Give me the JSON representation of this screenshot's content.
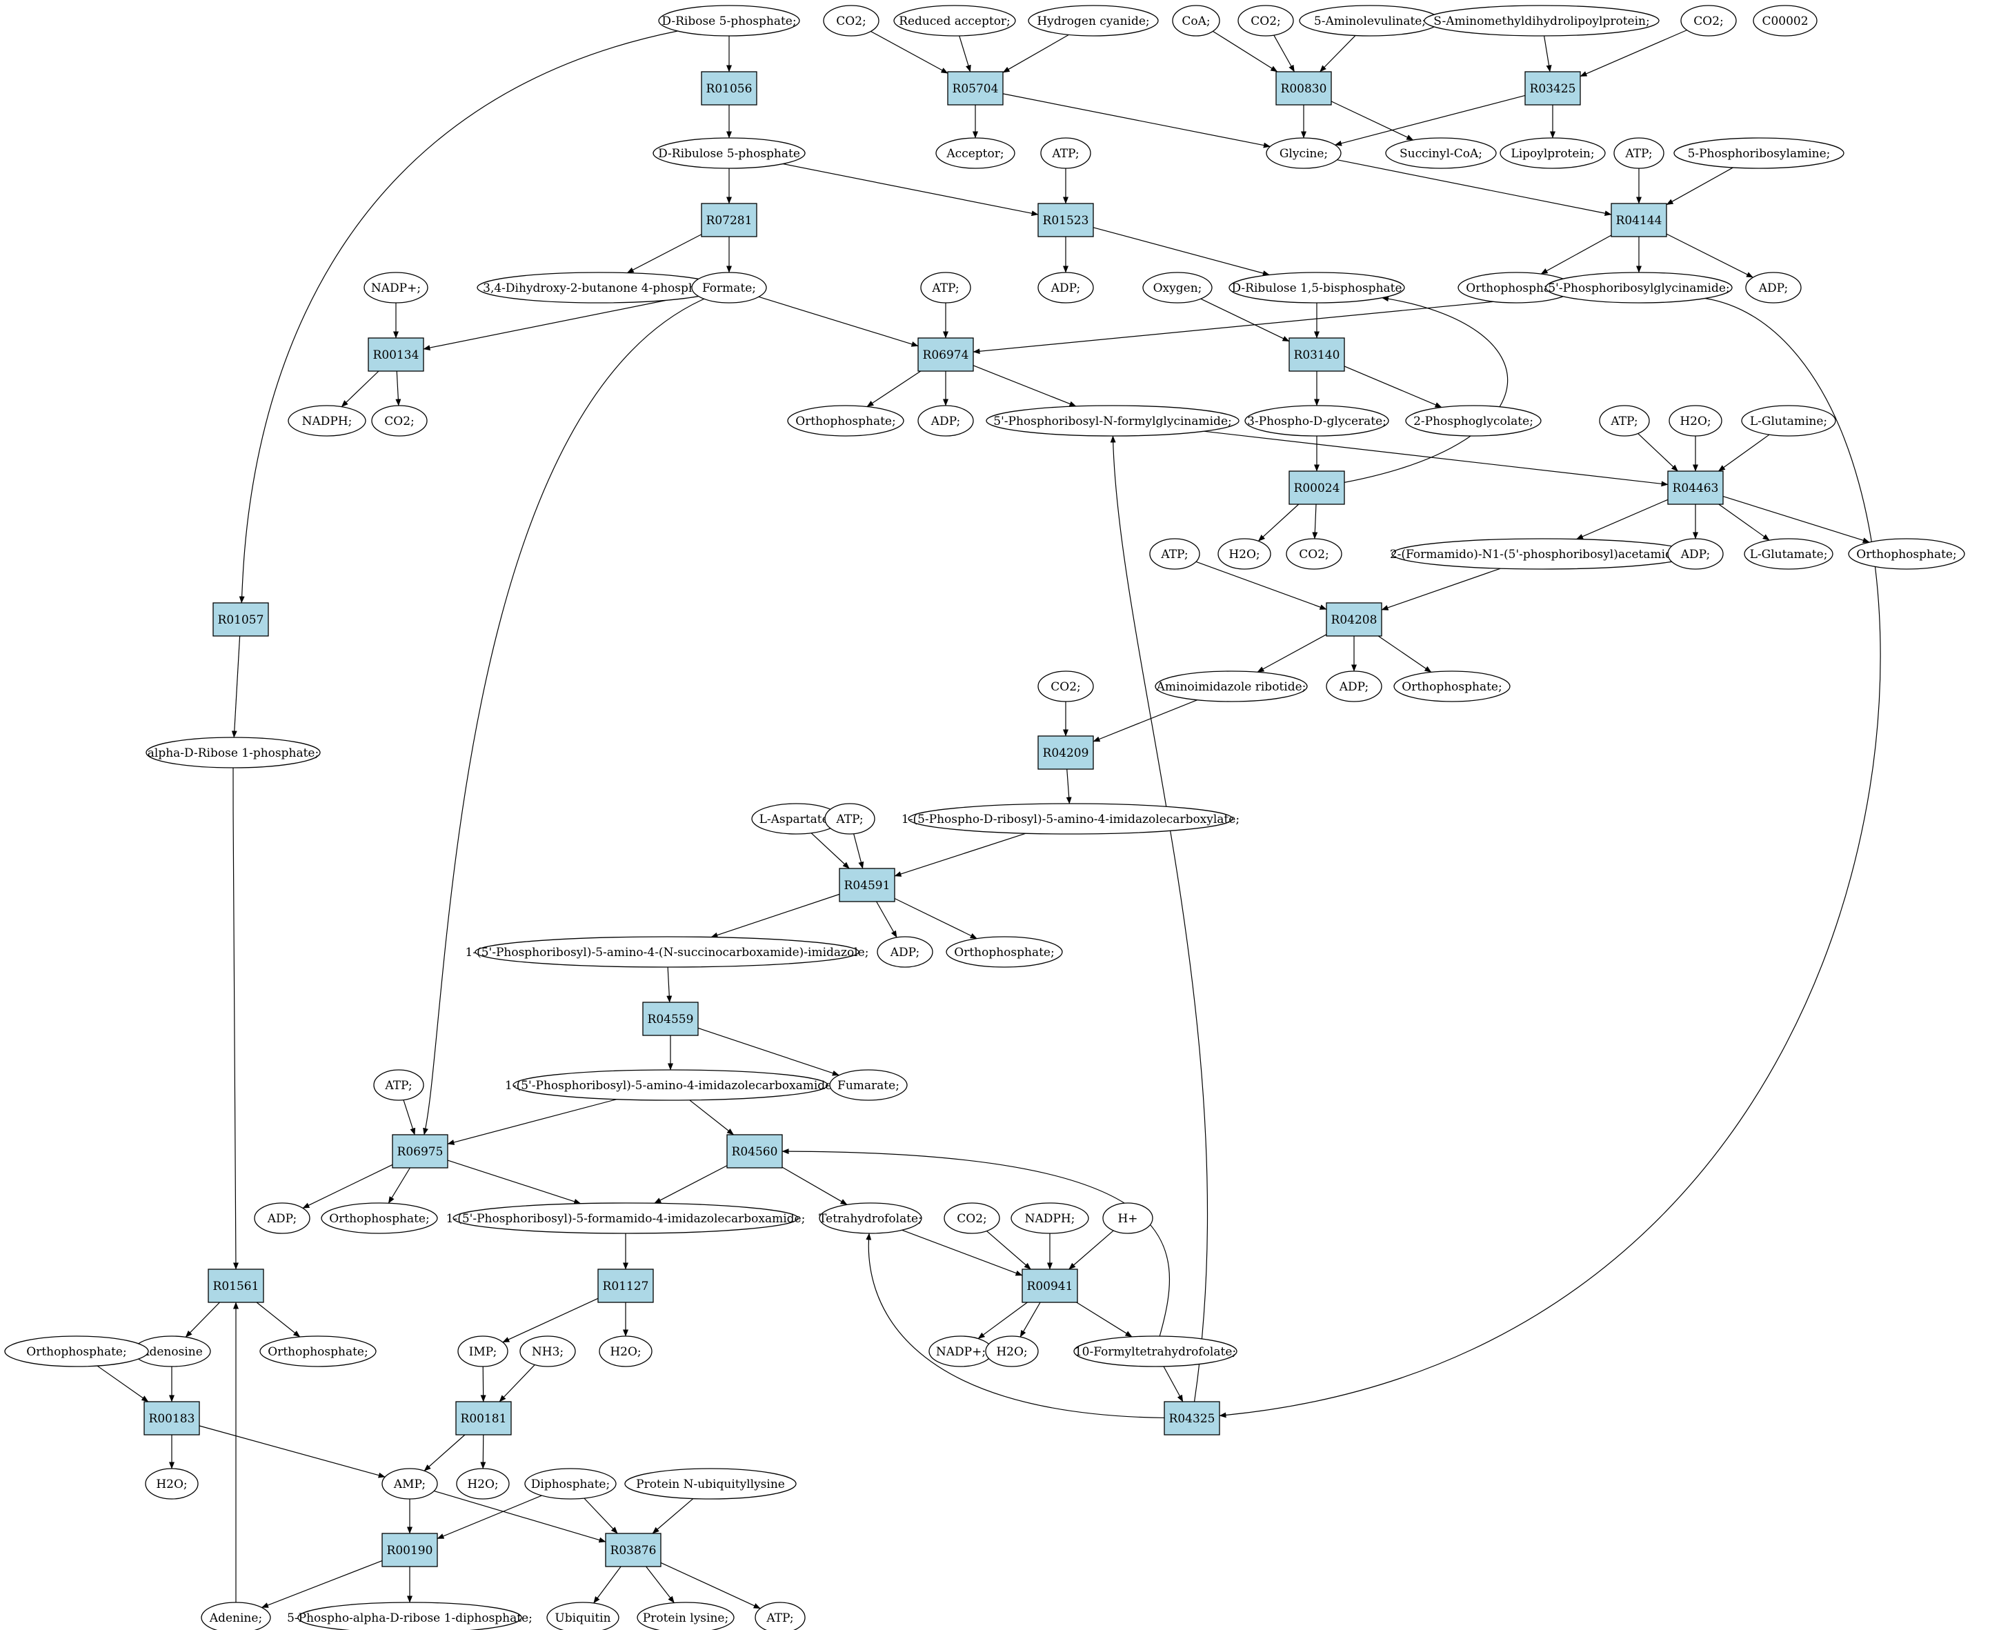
{
  "colors": {
    "reaction_fill": "#add8e6",
    "metabolite_fill": "#ffffff",
    "start_node_fill": "#00ee00",
    "highlight_node_fill": "#ffff00",
    "edge": "#000000"
  },
  "reactions": [
    {
      "id": "r_R01056",
      "label": "R01056"
    },
    {
      "id": "r_R05704",
      "label": "R05704"
    },
    {
      "id": "r_R00830",
      "label": "R00830"
    },
    {
      "id": "r_R03425",
      "label": "R03425"
    },
    {
      "id": "r_R07281",
      "label": "R07281"
    },
    {
      "id": "r_R01523",
      "label": "R01523"
    },
    {
      "id": "r_R04144",
      "label": "R04144"
    },
    {
      "id": "r_R00134",
      "label": "R00134"
    },
    {
      "id": "r_R06974",
      "label": "R06974"
    },
    {
      "id": "r_R03140",
      "label": "R03140"
    },
    {
      "id": "r_R00024",
      "label": "R00024"
    },
    {
      "id": "r_R04463",
      "label": "R04463"
    },
    {
      "id": "r_R01057",
      "label": "R01057"
    },
    {
      "id": "r_R04208",
      "label": "R04208"
    },
    {
      "id": "r_R04209",
      "label": "R04209"
    },
    {
      "id": "r_R04591",
      "label": "R04591"
    },
    {
      "id": "r_R04559",
      "label": "R04559"
    },
    {
      "id": "r_R06975",
      "label": "R06975"
    },
    {
      "id": "r_R04560",
      "label": "R04560"
    },
    {
      "id": "r_R01561",
      "label": "R01561"
    },
    {
      "id": "r_R01127",
      "label": "R01127"
    },
    {
      "id": "r_R00941",
      "label": "R00941"
    },
    {
      "id": "r_R00183",
      "label": "R00183"
    },
    {
      "id": "r_R00181",
      "label": "R00181"
    },
    {
      "id": "r_R04325",
      "label": "R04325"
    },
    {
      "id": "r_R00190",
      "label": "R00190"
    },
    {
      "id": "r_R03876",
      "label": "R03876"
    }
  ],
  "metabolites": [
    {
      "id": "m_r5p",
      "label": "D-Ribose 5-phosphate;",
      "style": "start"
    },
    {
      "id": "m_c00002",
      "label": "C00002",
      "style": "highlight"
    },
    {
      "id": "m_co2_a",
      "label": "CO2;"
    },
    {
      "id": "m_redacc",
      "label": "Reduced acceptor;"
    },
    {
      "id": "m_hcn",
      "label": "Hydrogen cyanide;"
    },
    {
      "id": "m_coa",
      "label": "CoA;"
    },
    {
      "id": "m_co2_b",
      "label": "CO2;"
    },
    {
      "id": "m_ala",
      "label": "5-Aminolevulinate;"
    },
    {
      "id": "m_smdlp",
      "label": "S-Aminomethyldihydrolipoylprotein;"
    },
    {
      "id": "m_co2_c",
      "label": "CO2;"
    },
    {
      "id": "m_ru5p",
      "label": "D-Ribulose 5-phosphate"
    },
    {
      "id": "m_acceptor",
      "label": "Acceptor;"
    },
    {
      "id": "m_atp_a",
      "label": "ATP;"
    },
    {
      "id": "m_glycine",
      "label": "Glycine;"
    },
    {
      "id": "m_succoa",
      "label": "Succinyl-CoA;"
    },
    {
      "id": "m_lipoprot",
      "label": "Lipoylprotein;"
    },
    {
      "id": "m_atp_b",
      "label": "ATP;"
    },
    {
      "id": "m_5pra",
      "label": "5-Phosphoribosylamine;"
    },
    {
      "id": "m_nadp_a",
      "label": "NADP+;"
    },
    {
      "id": "m_dhbp",
      "label": "3,4-Dihydroxy-2-butanone 4-phosphate"
    },
    {
      "id": "m_formate",
      "label": "Formate;"
    },
    {
      "id": "m_atp_c",
      "label": "ATP;"
    },
    {
      "id": "m_adp_a",
      "label": "ADP;"
    },
    {
      "id": "m_oxygen",
      "label": "Oxygen;"
    },
    {
      "id": "m_rubp",
      "label": "D-Ribulose 1,5-bisphosphate"
    },
    {
      "id": "m_pi_a",
      "label": "Orthophosphate;"
    },
    {
      "id": "m_gar",
      "label": "5'-Phosphoribosylglycinamide;"
    },
    {
      "id": "m_adp_b",
      "label": "ADP;"
    },
    {
      "id": "m_nadph_a",
      "label": "NADPH;"
    },
    {
      "id": "m_co2_d",
      "label": "CO2;"
    },
    {
      "id": "m_pi_b",
      "label": "Orthophosphate;"
    },
    {
      "id": "m_adp_c",
      "label": "ADP;"
    },
    {
      "id": "m_fgar",
      "label": "5'-Phosphoribosyl-N-formylglycinamide;"
    },
    {
      "id": "m_3pg",
      "label": "3-Phospho-D-glycerate;"
    },
    {
      "id": "m_2pglyc",
      "label": "2-Phosphoglycolate;"
    },
    {
      "id": "m_atp_d",
      "label": "ATP;"
    },
    {
      "id": "m_h2o_a",
      "label": "H2O;"
    },
    {
      "id": "m_gln",
      "label": "L-Glutamine;"
    },
    {
      "id": "m_h2o_b",
      "label": "H2O;"
    },
    {
      "id": "m_co2_e",
      "label": "CO2;"
    },
    {
      "id": "m_fgam",
      "label": "2-(Formamido)-N1-(5'-phosphoribosyl)acetamidine;"
    },
    {
      "id": "m_adp_d",
      "label": "ADP;"
    },
    {
      "id": "m_glu",
      "label": "L-Glutamate;"
    },
    {
      "id": "m_pi_c",
      "label": "Orthophosphate;"
    },
    {
      "id": "m_atp_e",
      "label": "ATP;"
    },
    {
      "id": "m_air",
      "label": "Aminoimidazole ribotide;"
    },
    {
      "id": "m_adp_e",
      "label": "ADP;"
    },
    {
      "id": "m_pi_d",
      "label": "Orthophosphate;"
    },
    {
      "id": "m_co2_f",
      "label": "CO2;"
    },
    {
      "id": "m_r1p",
      "label": "alpha-D-Ribose 1-phosphate;"
    },
    {
      "id": "m_cair",
      "label": "1-(5-Phospho-D-ribosyl)-5-amino-4-imidazolecarboxylate;"
    },
    {
      "id": "m_asp",
      "label": "L-Aspartate;"
    },
    {
      "id": "m_atp_f",
      "label": "ATP;"
    },
    {
      "id": "m_saicar",
      "label": "1-(5'-Phosphoribosyl)-5-amino-4-(N-succinocarboxamide)-imidazole;"
    },
    {
      "id": "m_adp_f",
      "label": "ADP;"
    },
    {
      "id": "m_pi_e",
      "label": "Orthophosphate;"
    },
    {
      "id": "m_atp_g",
      "label": "ATP;"
    },
    {
      "id": "m_aicar",
      "label": "1-(5'-Phosphoribosyl)-5-amino-4-imidazolecarboxamide;"
    },
    {
      "id": "m_fumarate",
      "label": "Fumarate;"
    },
    {
      "id": "m_adp_g",
      "label": "ADP;"
    },
    {
      "id": "m_pi_f",
      "label": "Orthophosphate;"
    },
    {
      "id": "m_faicar",
      "label": "1-(5'-Phosphoribosyl)-5-formamido-4-imidazolecarboxamide;"
    },
    {
      "id": "m_thf",
      "label": "Tetrahydrofolate;"
    },
    {
      "id": "m_co2_g",
      "label": "CO2;"
    },
    {
      "id": "m_nadph_b",
      "label": "NADPH;"
    },
    {
      "id": "m_hplus",
      "label": "H+"
    },
    {
      "id": "m_adenosine",
      "label": "Adenosine"
    },
    {
      "id": "m_pi_g",
      "label": "Orthophosphate;"
    },
    {
      "id": "m_pi_h",
      "label": "Orthophosphate;"
    },
    {
      "id": "m_imp",
      "label": "IMP;"
    },
    {
      "id": "m_nh3",
      "label": "NH3;"
    },
    {
      "id": "m_h2o_c",
      "label": "H2O;"
    },
    {
      "id": "m_nadp_b",
      "label": "NADP+;"
    },
    {
      "id": "m_h2o_d",
      "label": "H2O;"
    },
    {
      "id": "m_10fthf",
      "label": "10-Formyltetrahydrofolate;"
    },
    {
      "id": "m_h2o_e",
      "label": "H2O;"
    },
    {
      "id": "m_amp",
      "label": "AMP;"
    },
    {
      "id": "m_h2o_f",
      "label": "H2O;"
    },
    {
      "id": "m_ppi",
      "label": "Diphosphate;"
    },
    {
      "id": "m_protubq",
      "label": "Protein N-ubiquityllysine"
    },
    {
      "id": "m_adenine",
      "label": "Adenine;"
    },
    {
      "id": "m_prpp",
      "label": "5-Phospho-alpha-D-ribose 1-diphosphate;"
    },
    {
      "id": "m_ubiquitin",
      "label": "Ubiquitin"
    },
    {
      "id": "m_protlys",
      "label": "Protein lysine;"
    },
    {
      "id": "m_atp_h",
      "label": "ATP;"
    }
  ],
  "edges": [
    [
      "m_r5p",
      "r_R01056"
    ],
    [
      "m_r5p",
      "r_R01057"
    ],
    [
      "r_R01056",
      "m_ru5p"
    ],
    [
      "m_co2_a",
      "r_R05704"
    ],
    [
      "m_redacc",
      "r_R05704"
    ],
    [
      "m_hcn",
      "r_R05704"
    ],
    [
      "r_R05704",
      "m_acceptor"
    ],
    [
      "r_R05704",
      "m_glycine"
    ],
    [
      "m_coa",
      "r_R00830"
    ],
    [
      "m_co2_b",
      "r_R00830"
    ],
    [
      "m_ala",
      "r_R00830"
    ],
    [
      "r_R00830",
      "m_glycine"
    ],
    [
      "r_R00830",
      "m_succoa"
    ],
    [
      "m_smdlp",
      "r_R03425"
    ],
    [
      "m_co2_c",
      "r_R03425"
    ],
    [
      "r_R03425",
      "m_glycine"
    ],
    [
      "r_R03425",
      "m_lipoprot"
    ],
    [
      "m_ru5p",
      "r_R07281"
    ],
    [
      "m_ru5p",
      "r_R01523"
    ],
    [
      "r_R07281",
      "m_dhbp"
    ],
    [
      "r_R07281",
      "m_formate"
    ],
    [
      "m_atp_a",
      "r_R01523"
    ],
    [
      "r_R01523",
      "m_adp_a"
    ],
    [
      "r_R01523",
      "m_rubp"
    ],
    [
      "m_glycine",
      "r_R04144"
    ],
    [
      "m_atp_b",
      "r_R04144"
    ],
    [
      "m_5pra",
      "r_R04144"
    ],
    [
      "r_R04144",
      "m_pi_a"
    ],
    [
      "r_R04144",
      "m_gar"
    ],
    [
      "r_R04144",
      "m_adp_b"
    ],
    [
      "m_nadp_a",
      "r_R00134"
    ],
    [
      "m_formate",
      "r_R00134"
    ],
    [
      "r_R00134",
      "m_nadph_a"
    ],
    [
      "r_R00134",
      "m_co2_d"
    ],
    [
      "m_formate",
      "r_R06974"
    ],
    [
      "m_atp_c",
      "r_R06974"
    ],
    [
      "m_gar",
      "r_R06974"
    ],
    [
      "r_R06974",
      "m_pi_b"
    ],
    [
      "r_R06974",
      "m_adp_c"
    ],
    [
      "r_R06974",
      "m_fgar"
    ],
    [
      "m_formate",
      "r_R06975"
    ],
    [
      "m_oxygen",
      "r_R03140"
    ],
    [
      "m_rubp",
      "r_R03140"
    ],
    [
      "r_R03140",
      "m_3pg"
    ],
    [
      "r_R03140",
      "m_2pglyc"
    ],
    [
      "m_3pg",
      "r_R00024"
    ],
    [
      "r_R00024",
      "m_h2o_b"
    ],
    [
      "r_R00024",
      "m_co2_e"
    ],
    [
      "r_R00024",
      "m_rubp"
    ],
    [
      "m_fgar",
      "r_R04463"
    ],
    [
      "m_atp_d",
      "r_R04463"
    ],
    [
      "m_h2o_a",
      "r_R04463"
    ],
    [
      "m_gln",
      "r_R04463"
    ],
    [
      "r_R04463",
      "m_fgam"
    ],
    [
      "r_R04463",
      "m_adp_d"
    ],
    [
      "r_R04463",
      "m_glu"
    ],
    [
      "r_R04463",
      "m_pi_c"
    ],
    [
      "r_R01057",
      "m_r1p"
    ],
    [
      "m_atp_e",
      "r_R04208"
    ],
    [
      "m_fgam",
      "r_R04208"
    ],
    [
      "r_R04208",
      "m_air"
    ],
    [
      "r_R04208",
      "m_adp_e"
    ],
    [
      "r_R04208",
      "m_pi_d"
    ],
    [
      "m_co2_f",
      "r_R04209"
    ],
    [
      "m_air",
      "r_R04209"
    ],
    [
      "r_R04209",
      "m_cair"
    ],
    [
      "m_asp",
      "r_R04591"
    ],
    [
      "m_atp_f",
      "r_R04591"
    ],
    [
      "m_cair",
      "r_R04591"
    ],
    [
      "r_R04591",
      "m_saicar"
    ],
    [
      "r_R04591",
      "m_adp_f"
    ],
    [
      "r_R04591",
      "m_pi_e"
    ],
    [
      "m_saicar",
      "r_R04559"
    ],
    [
      "r_R04559",
      "m_aicar"
    ],
    [
      "r_R04559",
      "m_fumarate"
    ],
    [
      "m_atp_g",
      "r_R06975"
    ],
    [
      "m_aicar",
      "r_R06975"
    ],
    [
      "m_aicar",
      "r_R04560"
    ],
    [
      "r_R06975",
      "m_adp_g"
    ],
    [
      "r_R06975",
      "m_pi_f"
    ],
    [
      "r_R06975",
      "m_faicar"
    ],
    [
      "r_R04560",
      "m_faicar"
    ],
    [
      "r_R04560",
      "m_thf"
    ],
    [
      "m_faicar",
      "r_R01127"
    ],
    [
      "r_R01127",
      "m_imp"
    ],
    [
      "r_R01127",
      "m_h2o_c"
    ],
    [
      "m_thf",
      "r_R00941"
    ],
    [
      "m_co2_g",
      "r_R00941"
    ],
    [
      "m_nadph_b",
      "r_R00941"
    ],
    [
      "m_hplus",
      "r_R00941"
    ],
    [
      "r_R00941",
      "m_nadp_b"
    ],
    [
      "r_R00941",
      "m_h2o_d"
    ],
    [
      "r_R00941",
      "m_10fthf"
    ],
    [
      "m_10fthf",
      "r_R04560"
    ],
    [
      "m_10fthf",
      "r_R04325"
    ],
    [
      "m_gar",
      "r_R04325"
    ],
    [
      "r_R04325",
      "m_fgar"
    ],
    [
      "r_R04325",
      "m_thf"
    ],
    [
      "m_r1p",
      "r_R01561"
    ],
    [
      "m_adenine",
      "r_R01561"
    ],
    [
      "r_R01561",
      "m_adenosine"
    ],
    [
      "r_R01561",
      "m_pi_h"
    ],
    [
      "m_pi_g",
      "r_R00183"
    ],
    [
      "m_adenosine",
      "r_R00183"
    ],
    [
      "r_R00183",
      "m_h2o_e"
    ],
    [
      "r_R00183",
      "m_amp"
    ],
    [
      "m_imp",
      "r_R00181"
    ],
    [
      "m_nh3",
      "r_R00181"
    ],
    [
      "r_R00181",
      "m_amp"
    ],
    [
      "r_R00181",
      "m_h2o_f"
    ],
    [
      "m_amp",
      "r_R00190"
    ],
    [
      "m_ppi",
      "r_R00190"
    ],
    [
      "r_R00190",
      "m_adenine"
    ],
    [
      "r_R00190",
      "m_prpp"
    ],
    [
      "m_amp",
      "r_R03876"
    ],
    [
      "m_ppi",
      "r_R03876"
    ],
    [
      "m_protubq",
      "r_R03876"
    ],
    [
      "r_R03876",
      "m_ubiquitin"
    ],
    [
      "r_R03876",
      "m_protlys"
    ],
    [
      "r_R03876",
      "m_atp_h"
    ]
  ]
}
